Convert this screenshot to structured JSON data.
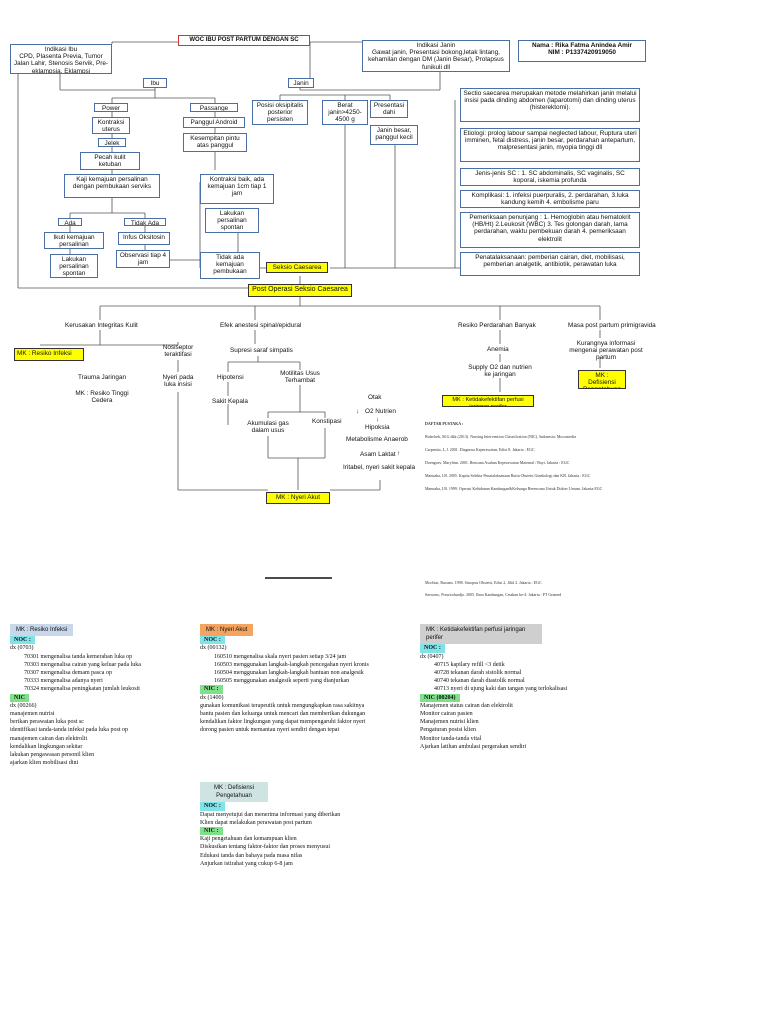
{
  "title": "WOC IBU POST PARTUM DENGAN SC",
  "identity": {
    "nama": "Nama : Rika Fatma Anindea Amir",
    "nim": "NIM : P1337420919050"
  },
  "indikasi_ibu": {
    "title": "Indikasi Ibu",
    "text": "CPD, Plasenta Previa, Tumor Jalan Lahir, Stenosis Servik, Pre-eklampsia, Eklampsi"
  },
  "indikasi_janin": {
    "title": "Indikasi Janin",
    "text": "Gawat janin, Presentasi bokong,letak lintang, kehamilan dengan DM (Janin Besar), Prolapsus funikuli dll"
  },
  "nodes": {
    "ibu": "Ibu",
    "janin": "Janin",
    "power": "Power",
    "passange": "Passange",
    "kontraksi": "Kontraksi uterus",
    "jelek": "Jelek",
    "panggul_android": "Panggul Android",
    "kesempitan": "Kesempitan pintu atas panggul",
    "pecah": "Pecah kulit ketuban",
    "kaji": "Kaji kemajuan persalinan dengan pembukaan serviks",
    "ada": "Ada",
    "tidak_ada": "Tidak Ada",
    "ikuti": "Ikuti kemajuan persalinan",
    "infus": "Infus Oksitosin",
    "lakukan1": "Lakukan persalinan spontan",
    "observasi": "Observasi tiap 4 jam",
    "posisi": "Posisi oksipitalis posterior persisten",
    "berat": "Berat janin>4250-4500 g",
    "presentasi": "Presentasi dahi",
    "janin_besar": "Janin besar, panggul kecil",
    "kontraksi_baik": "Kontraksi baik, ada kemajuan 1cm tiap 1 jam",
    "lakukan2": "Lakukan persalinan spontan",
    "tidak_kemajuan": "Tidak ada kemajuan pembukaan",
    "seksio": "Seksio Caesarea",
    "post_op": "Post Operasi Seksio Caesarea"
  },
  "info": {
    "sectio": "Sectio saecarea merupakan metode melahirkan janin melalui insisi pada dinding abdomen (laparotomi) dan dinding uterus (histerektomi).",
    "etiologi": "Etiologi: prolog labour sampai neglected labour, Ruptura uteri imminen, fetal distress, janin besar, perdarahan antepartum, malpresentasi janin, myopia tinggi dll",
    "jenis": "Jenis-jenis SC : 1. SC abdominalis, SC vaginalis, SC koporal, iskemia profunda",
    "komplikasi": "Komplikasi: 1. infeksi puerpuralis, 2. perdarahan, 3.luka kandung kemih 4. embolisme paru",
    "penunjang": "Pemeriksaan penunjang : 1. Hemoglobin atau hematokrit (HB/Ht) 2.Leukosit (WBC) 3. Tes golongan darah, lama perdarahan, waktu pembekuan darah 4. pemeriksaan elektrolit",
    "penatalaksanaan": "Penatalaksanaan: pemberian cairan, diet, mobilisasi, pemberian analgetik, antibiotik, perawatan luka"
  },
  "post": {
    "kerusakan": "Kerusakan Integritas Kulit",
    "efek": "Efek anestesi spinal/epidural",
    "resiko_perdarahan": "Resiko Perdarahan Banyak",
    "masa_post": "Masa post partum primigravida",
    "mk_infeksi": "MK : Resiko Infeksi",
    "nosiseptor": "Nosiseptor teraktifasi",
    "trauma": "Trauma Jaringan",
    "mk_cedera": "MK : Resiko Tinggi Cedera",
    "nyeri_luka": "Nyeri pada luka insisi",
    "supresi": "Supresi saraf simpatis",
    "hipotensi": "Hipotensi",
    "motilitas": "Motilitas Usus Terhambat",
    "sakit_kepala": "Sakit Kepala",
    "akumulasi": "Akumulasi gas dalam usus",
    "konstipasi": "Konstipasi",
    "anemia": "Anemia",
    "supply": "Supply O2 dan nutrien ke jaringan",
    "otak": "Otak",
    "o2": "O2 Nutrien",
    "hipoksia": "Hipoksia",
    "metabolisme": "Metabolisme Anaerob",
    "asam": "Asam Laktat",
    "iritabel": "Iritabel, nyeri sakit kepala",
    "mk_perfusi": "MK : Ketidakefektifan perfusi jaringan perifer",
    "kurangnya": "Kurangnya informasi mengenai perawatan post partum",
    "mk_defisiensi": "MK : Defisiensi Pengetahuan",
    "mk_nyeri": "MK : Nyeri Akut"
  },
  "references": {
    "title": "DAFTAR PUSTAKA :",
    "items": [
      "Bulechek, M.G dkk (2013). Nursing Intervention Classification (NIC). Indonesia: Mocomedia",
      "Carpenito, L.J. 2001. Diagnosa Keperawatan, Edisi 8. Jakarta : EGC",
      "Doengoes, Marylinn. 2001. Rencana Asuhan Keperawatan Maternal / Bayi. Jakarta : EGC",
      "Manuaba, I.B. 2005. Kapita Selekta Penatalaksanaan Rutin Obstetri Ginekologi dan KB. Jakarta : EGC",
      "Manuaba, I.B. 1999. Operasi Kebidanan Kandungan&Keluarga Berencana Untuk Dokter Umum. Jakarta:EGC"
    ],
    "extra": [
      "Mochtar, Rustam. 1998. Sinopsis Obstetri, Edisi 2, Jilid 2. Jakarta : EGC",
      "Sarwono, Prawirohardjo. 2005. Ilmu Kandungan, Cetakan ke-4. Jakarta : PT Gramed"
    ]
  },
  "care_plans": {
    "infeksi": {
      "header": "MK : Resiko Infeksi",
      "noc": "NOC :",
      "dx": "dx (0703)",
      "items": [
        "70301 mengenalisa tanda kemerahan luka op",
        "70303 mengenalisa cairan yang keluar pada luka",
        "70307 mengenalisa demam pasca op",
        "70333 mengenalisa adanya nyeri",
        "70324 mengenalisa peningkatan jumlah leukosit"
      ],
      "nic": "NIC",
      "nic_dx": "dx (00266)",
      "nic_items": [
        "manajemen nutrisi",
        "berikan perawatan luka post sc",
        "identifikasi tanda-tanda infeksi pada luka post op",
        "manajemen cairan dan elektrolit",
        "kendalikan lingkungan sekitar",
        "lakukan pengawasan personil klien",
        "ajarkan klien mobilisasi dini"
      ]
    },
    "nyeri": {
      "header": "MK : Nyeri Akut",
      "noc": "NOC :",
      "dx": "dx (00132)",
      "items": [
        "160510 mengenalisa skala nyeri pasien setiap 3/24 jam",
        "160503 menggunakan langkah-langkah pencegahan nyeri kronis",
        "160504 menggunakan langkah-langkah bantuan non analgesik",
        "160505 menggunakan analgesik seperti yang dianjurkan"
      ],
      "nic": "NIC :",
      "nic_dx": "dx (1400)",
      "nic_items": [
        "gunakan komunikasi terapeutik untuk mengungkapkan rasa sakitnya",
        "bantu pasien dan keluarga untuk mencari dan memberikan dukungan",
        "kendalikan faktor lingkungan yang dapat mempengaruhi faktor nyeri",
        "dorong pasien untuk memantau nyeri sendiri dengan tepat"
      ]
    },
    "defisiensi": {
      "header": "MK : Defisiensi Pengetahuan",
      "noc": "NOC :",
      "items": [
        "Dapat menyetujui dan menerima informasi yang diberikan",
        "Klien dapat melakukan perawatan post partum"
      ],
      "nic": "NIC :",
      "nic_items": [
        "Kaji pengetahuan dan kemampuan klien",
        "Diskusikan tentang faktor-faktor dan proses menyusui",
        "Edukasi tanda dan bahaya pada masa nifas",
        "Anjurkan istirahat yang cukup 6-8 jam"
      ]
    },
    "perfusi": {
      "header": "MK : Ketidakefektifan perfusi jaringan perifer",
      "noc": "NOC :",
      "dx": "dx (0407)",
      "items": [
        "40715 kapilary refill <3 detik",
        "40728 tekanan darah sistolik normal",
        "40740 tekanan darah diastolik normal",
        "40713 nyeri di ujung kaki dan tangan yang terlokalisasi"
      ],
      "nic": "NIC (00204)",
      "nic_items": [
        "Manajemen status cairan dan elektrolit",
        "Monitor cairan pasien",
        "Manajemen nutrisi klien",
        "Pengaturan posisi klien",
        "Monitor tanda-tanda vital",
        "Ajarkan latihan ambulasi pergerakan sendiri"
      ]
    }
  },
  "colors": {
    "box_border": "#4a6fa5",
    "red_border": "#d2352f",
    "highlight": "#ffff00",
    "header_blue": "#c9d7ea",
    "header_orange": "#f4a460",
    "header_gray": "#cfcfcf",
    "header_teal": "#cfe3e3",
    "bar_cyan": "#7fe3e8",
    "bar_green": "#7fe08a"
  }
}
